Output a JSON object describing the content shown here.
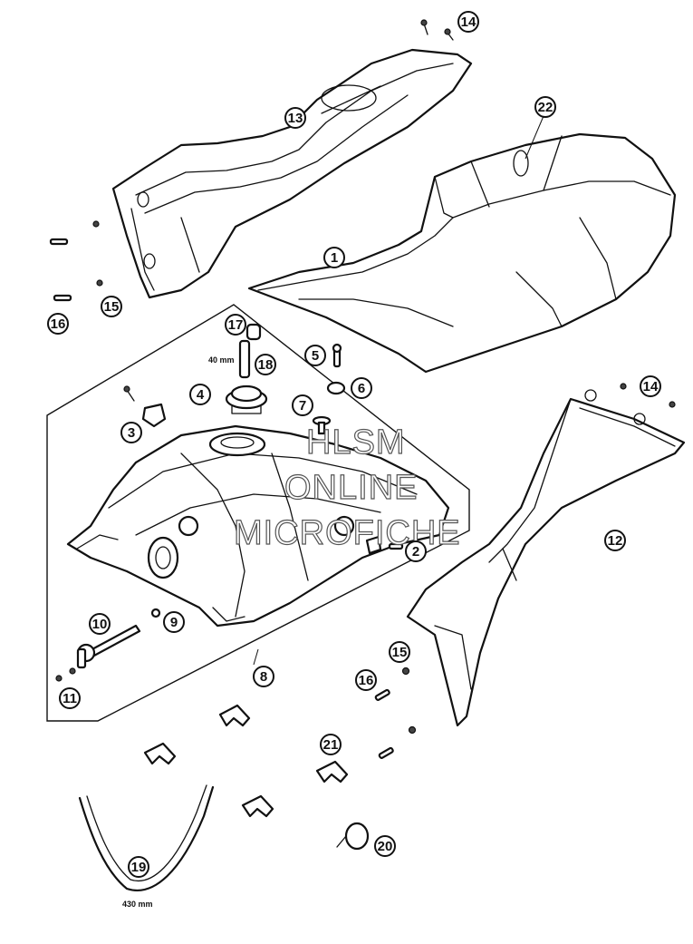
{
  "watermark": {
    "line1": "HLSM",
    "line2": "ONLINE",
    "line3": "MICROFICHE"
  },
  "dimensions": {
    "plug_length": "40 mm",
    "hose_length": "430 mm"
  },
  "callouts": [
    "1",
    "2",
    "3",
    "4",
    "5",
    "6",
    "7",
    "8",
    "9",
    "10",
    "11",
    "12",
    "13",
    "14",
    "14",
    "15",
    "15",
    "16",
    "16",
    "17",
    "18",
    "19",
    "20",
    "21",
    "22"
  ]
}
